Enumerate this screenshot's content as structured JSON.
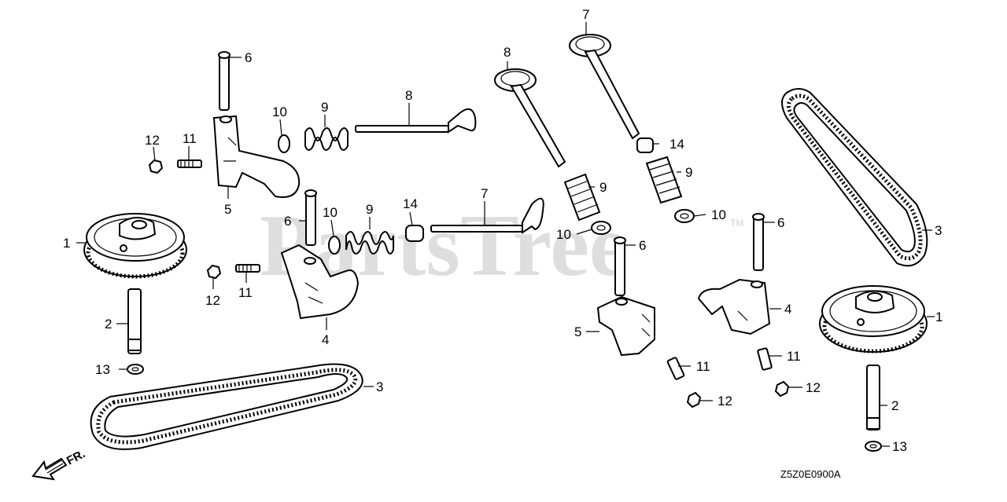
{
  "watermark": {
    "text": "PartsTree",
    "trademark": "TM"
  },
  "direction_marker": {
    "label": "FR."
  },
  "diagram_code": "Z5Z0E0900A",
  "callouts": {
    "c1_left": "1",
    "c1_right": "1",
    "c2_left": "2",
    "c2_right": "2",
    "c3_bottom": "3",
    "c3_right": "3",
    "c4_left": "4",
    "c4_right": "4",
    "c5_top": "5",
    "c5_right": "5",
    "c6_a": "6",
    "c6_b": "6",
    "c6_c": "6",
    "c6_d": "6",
    "c7_top": "7",
    "c7_mid": "7",
    "c8_top": "8",
    "c8_mid": "8",
    "c9_a": "9",
    "c9_b": "9",
    "c9_c": "9",
    "c9_d": "9",
    "c10_a": "10",
    "c10_b": "10",
    "c10_c": "10",
    "c10_d": "10",
    "c11_a": "11",
    "c11_b": "11",
    "c11_c": "11",
    "c11_d": "11",
    "c12_a": "12",
    "c12_b": "12",
    "c12_c": "12",
    "c12_d": "12",
    "c13_left": "13",
    "c13_right": "13",
    "c14_a": "14",
    "c14_b": "14"
  }
}
